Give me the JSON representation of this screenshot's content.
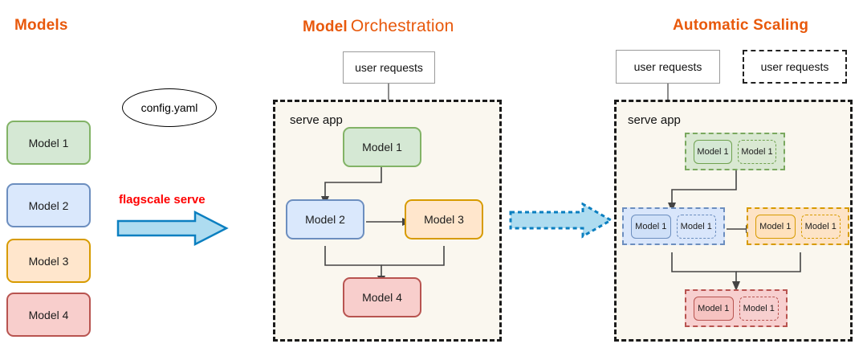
{
  "sections": {
    "left": {
      "title": "Models"
    },
    "middle": {
      "title_prefix": "Model",
      "title_highlight": "Orchestration"
    },
    "right": {
      "title": "Automatic Scaling"
    }
  },
  "left_panel": {
    "models": [
      {
        "label": "Model 1",
        "color": "green"
      },
      {
        "label": "Model 2",
        "color": "blue"
      },
      {
        "label": "Model 3",
        "color": "orange"
      },
      {
        "label": "Model 4",
        "color": "red"
      }
    ],
    "config_file": "config.yaml",
    "arrow_label": "flagscale serve"
  },
  "middle_panel": {
    "user_requests": "user requests",
    "app_label": "serve app",
    "nodes": [
      {
        "label": "Model 1",
        "color": "green"
      },
      {
        "label": "Model 2",
        "color": "blue"
      },
      {
        "label": "Model 3",
        "color": "orange"
      },
      {
        "label": "Model 4",
        "color": "red"
      }
    ]
  },
  "right_panel": {
    "user_requests_solid": "user requests",
    "user_requests_dashed": "user requests",
    "app_label": "serve app",
    "groups": [
      {
        "color": "green",
        "replicas": [
          {
            "label": "Model 1",
            "state": "solid"
          },
          {
            "label": "Model 1",
            "state": "dashed"
          }
        ]
      },
      {
        "color": "blue",
        "replicas": [
          {
            "label": "Model 1",
            "state": "solid"
          },
          {
            "label": "Model 1",
            "state": "dashed"
          }
        ]
      },
      {
        "color": "orange",
        "replicas": [
          {
            "label": "Model 1",
            "state": "solid"
          },
          {
            "label": "Model 1",
            "state": "dashed"
          }
        ]
      },
      {
        "color": "red",
        "replicas": [
          {
            "label": "Model 1",
            "state": "solid"
          },
          {
            "label": "Model 1",
            "state": "dashed"
          }
        ]
      }
    ]
  },
  "colors": {
    "title": "#e8590c",
    "arrow_label": "#ff0000",
    "arrow_fill": "#aedcf0",
    "arrow_stroke": "#0b7fc0",
    "panel_bg": "#faf7ef",
    "green_fill": "#d5e8d4",
    "blue_fill": "#dae8fc",
    "orange_fill": "#ffe6cc",
    "red_fill": "#f8cecc"
  }
}
